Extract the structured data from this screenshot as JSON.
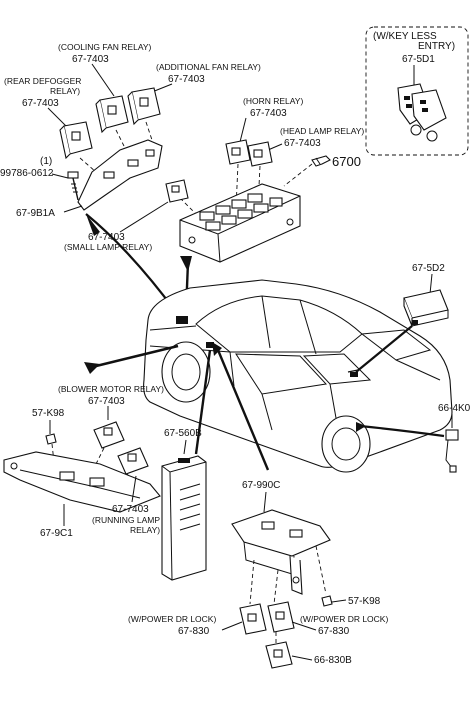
{
  "labels": {
    "cooling_fan_relay_name": "(COOLING FAN RELAY)",
    "cooling_fan_relay_num": "67-7403",
    "additional_fan_relay_name": "(ADDITIONAL FAN RELAY)",
    "additional_fan_relay_num": "67-7403",
    "rear_defogger_relay_name_1": "(REAR DEFOGGER",
    "rear_defogger_relay_name_2": "RELAY)",
    "rear_defogger_relay_num": "67-7403",
    "bolt_qty": "(1)",
    "bolt_num": "99786-0612",
    "bracket_num": "67-9B1A",
    "horn_relay_name": "(HORN RELAY)",
    "horn_relay_num": "67-7403",
    "head_lamp_relay_name": "(HEAD LAMP RELAY)",
    "head_lamp_relay_num": "67-7403",
    "ref_6700": "6700",
    "small_lamp_relay_num": "67-7403",
    "small_lamp_relay_name": "(SMALL LAMP RELAY)",
    "keyless_title_1": "(W/KEY LESS",
    "keyless_title_2": "ENTRY)",
    "keyless_num": "67-5D1",
    "module_5d2": "67-5D2",
    "part_4k0": "66-4K0",
    "blower_motor_relay_name": "(BLOWER MOTOR RELAY)",
    "blower_motor_relay_num": "67-7403",
    "nut_k98_left": "57-K98",
    "bracket_9c1": "67-9C1",
    "running_lamp_relay_num": "67-7403",
    "running_lamp_relay_name_1": "(RUNNING LAMP",
    "running_lamp_relay_name_2": "RELAY)",
    "module_560b": "67-560B",
    "bracket_990c": "67-990C",
    "nut_k98_right": "57-K98",
    "power_dr_lock_left_name": "(W/POWER DR LOCK)",
    "power_dr_lock_left_num": "67-830",
    "power_dr_lock_right_name": "(W/POWER DR LOCK)",
    "power_dr_lock_right_num": "67-830",
    "relay_830b": "66-830B"
  },
  "icons": {
    "ref_6700_icon": "pointing-hand-icon"
  }
}
